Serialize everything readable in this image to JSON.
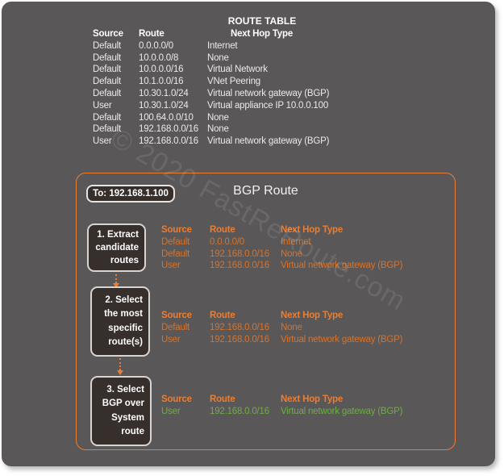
{
  "colors": {
    "panel_bg": "#595757",
    "accent_orange": "#ED7D31",
    "row_orange": "#D9732A",
    "green": "#70AD47"
  },
  "watermark": "© 2020 FastReRoute.com",
  "route_table": {
    "title": "ROUTE TABLE",
    "headers": [
      "Source",
      "Route",
      "Next Hop Type"
    ],
    "rows": [
      [
        "Default",
        "0.0.0.0/0",
        "Internet"
      ],
      [
        "Default",
        "10.0.0.0/8",
        "None"
      ],
      [
        "Default",
        "10.0.0.0/16",
        "Virtual Network"
      ],
      [
        "Default",
        "10.1.0.0/16",
        "VNet Peering"
      ],
      [
        "Default",
        "10.30.1.0/24",
        "Virtual network gateway (BGP)"
      ],
      [
        "User",
        "10.30.1.0/24",
        "Virtual appliance IP 10.0.0.100"
      ],
      [
        "Default",
        "100.64.0.0/10",
        "None"
      ],
      [
        "Default",
        "192.168.0.0/16",
        "None"
      ],
      [
        "User",
        "192.168.0.0/16",
        "Virtual network gateway (BGP)"
      ]
    ]
  },
  "bgp": {
    "title": "BGP Route",
    "destination_label": "To: 192.168.1.100",
    "steps": [
      {
        "label": "1. Extract\ncandidate\nroutes",
        "table": {
          "headers": [
            "Source",
            "Route",
            "Next Hop Type"
          ],
          "rows": [
            [
              "Default",
              "0.0.0.0/0",
              "Internet"
            ],
            [
              "Default",
              "192.168.0.0/16",
              "None"
            ],
            [
              "User",
              "192.168.0.0/16",
              "Virtual network gateway (BGP)"
            ]
          ]
        }
      },
      {
        "label": "2. Select\nthe most\nspecific\nroute(s)",
        "table": {
          "headers": [
            "Source",
            "Route",
            "Next Hop Type"
          ],
          "rows": [
            [
              "Default",
              "192.168.0.0/16",
              "None"
            ],
            [
              "User",
              "192.168.0.0/16",
              "Virtual network gateway (BGP)"
            ]
          ]
        }
      },
      {
        "label": "3. Select\nBGP over\nSystem\nroute",
        "table": {
          "headers": [
            "Source",
            "Route",
            "Next Hop Type"
          ],
          "rows": [
            {
              "cells": [
                "User",
                "192.168.0.0/16",
                "Virtual network gateway (BGP)"
              ],
              "cls": "green"
            }
          ]
        }
      }
    ]
  }
}
